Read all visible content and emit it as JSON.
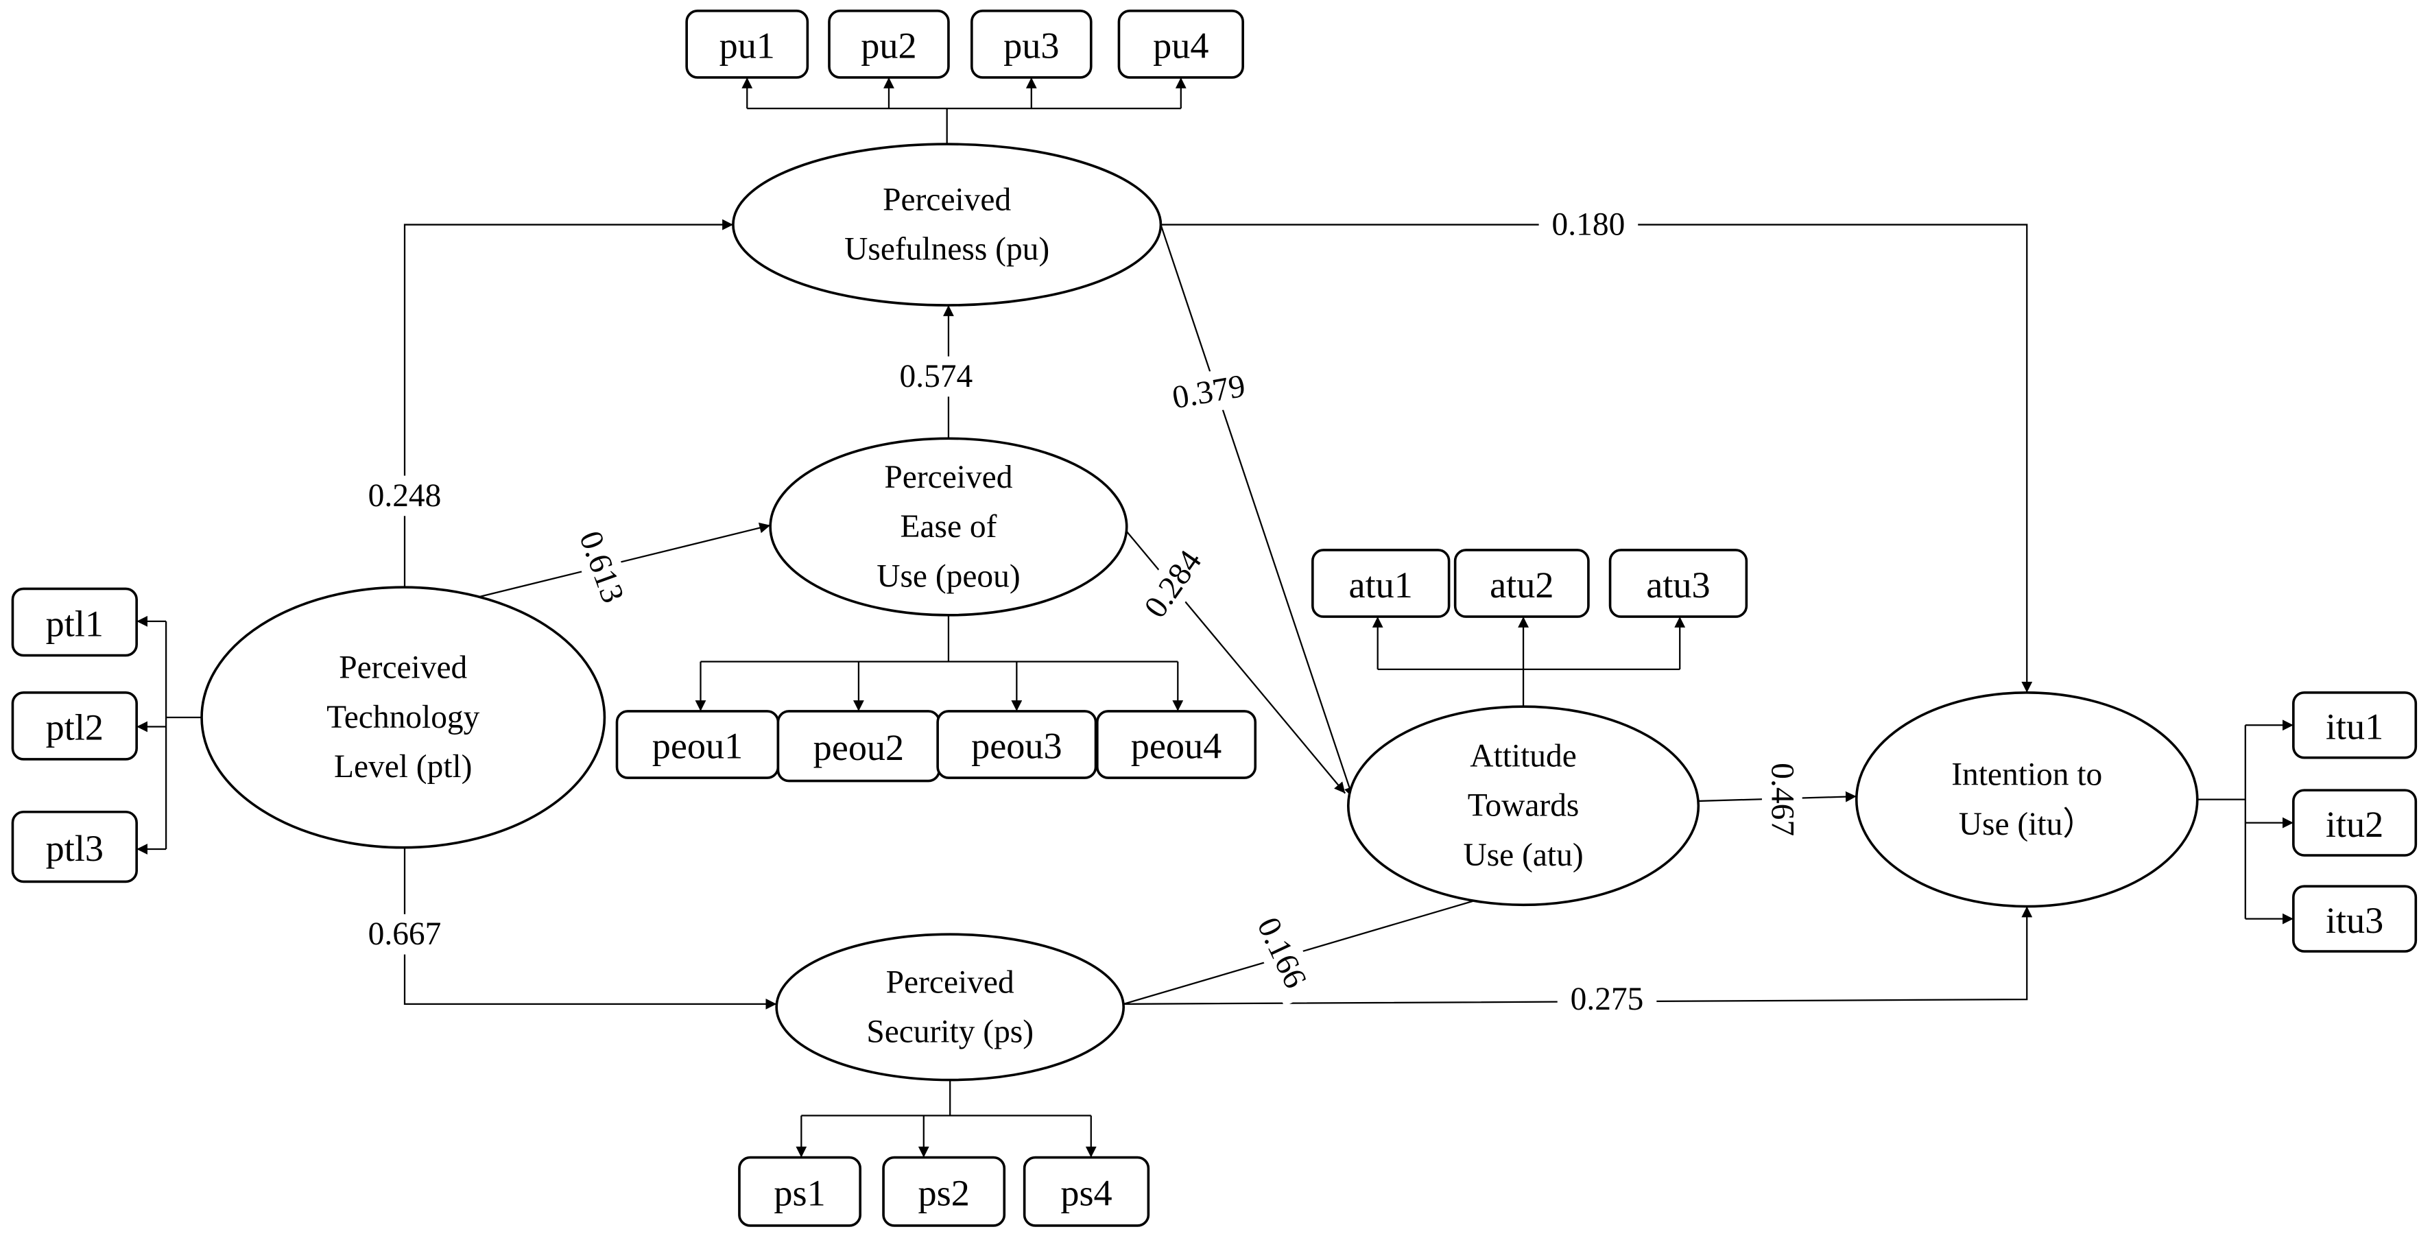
{
  "diagram": {
    "type": "structural-equation-model",
    "latent_constructs": [
      {
        "id": "pu",
        "label_lines": [
          "Perceived",
          "Usefulness (pu)"
        ],
        "indicators": [
          "pu1",
          "pu2",
          "pu3",
          "pu4"
        ]
      },
      {
        "id": "peou",
        "label_lines": [
          "Perceived",
          "Ease of",
          "Use (peou)"
        ],
        "indicators": [
          "peou1",
          "peou2",
          "peou3",
          "peou4"
        ]
      },
      {
        "id": "ptl",
        "label_lines": [
          "Perceived",
          "Technology",
          "Level (ptl)"
        ],
        "indicators": [
          "ptl1",
          "ptl2",
          "ptl3"
        ]
      },
      {
        "id": "ps",
        "label_lines": [
          "Perceived",
          "Security (ps)"
        ],
        "indicators": [
          "ps1",
          "ps2",
          "ps4"
        ]
      },
      {
        "id": "atu",
        "label_lines": [
          "Attitude",
          "Towards",
          "Use (atu)"
        ],
        "indicators": [
          "atu1",
          "atu2",
          "atu3"
        ]
      },
      {
        "id": "itu",
        "label_lines": [
          "Intention to",
          "Use (itu）"
        ],
        "indicators": [
          "itu1",
          "itu2",
          "itu3"
        ]
      }
    ],
    "paths": [
      {
        "from": "ptl",
        "to": "pu",
        "coefficient": "0.248"
      },
      {
        "from": "ptl",
        "to": "peou",
        "coefficient": "0.613"
      },
      {
        "from": "ptl",
        "to": "ps",
        "coefficient": "0.667"
      },
      {
        "from": "peou",
        "to": "pu",
        "coefficient": "0.574"
      },
      {
        "from": "pu",
        "to": "atu",
        "coefficient": "0.379"
      },
      {
        "from": "peou",
        "to": "atu",
        "coefficient": "0.284"
      },
      {
        "from": "pu",
        "to": "itu",
        "coefficient": "0.180"
      },
      {
        "from": "ps",
        "to": "atu",
        "coefficient": "0.166"
      },
      {
        "from": "ps",
        "to": "itu",
        "coefficient": "0.275"
      },
      {
        "from": "atu",
        "to": "itu",
        "coefficient": "0.467"
      }
    ]
  }
}
